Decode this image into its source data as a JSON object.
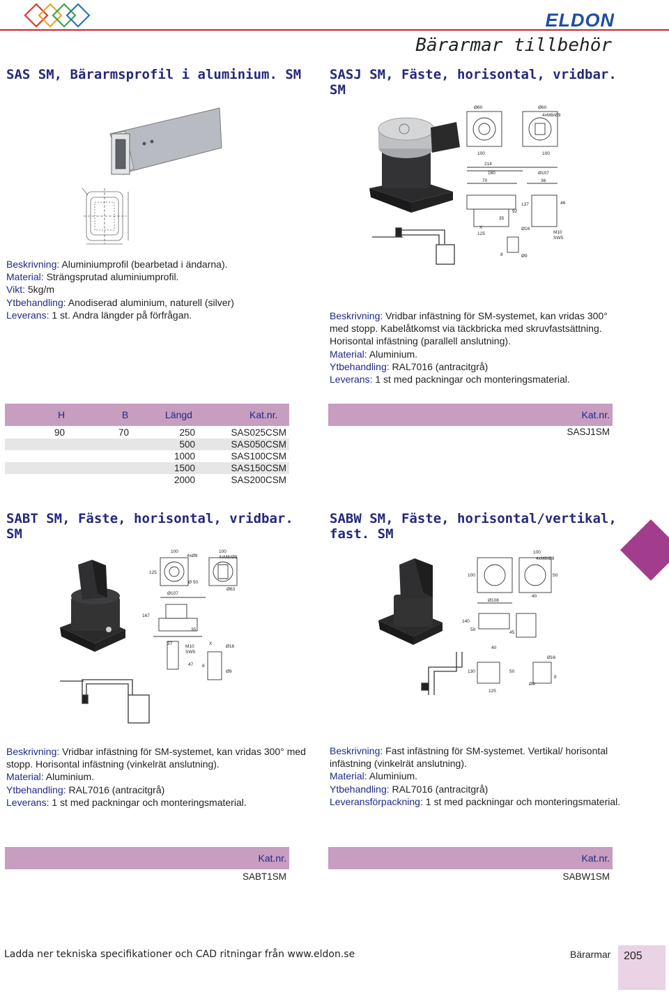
{
  "header": {
    "brand": "ELDON",
    "section_title": "Bärarmar tillbehör",
    "colors": {
      "brand": "#1f4ea1",
      "rule": "#c8232c",
      "heading": "#24287a",
      "table_header": "#c79dc0",
      "page_tab": "#e9d3e4",
      "side_marker": "#a23c8c"
    }
  },
  "products": {
    "sas": {
      "title": "SAS SM, Bärarmsprofil i aluminium. SM",
      "desc": [
        {
          "label": "Beskrivning:",
          "text": " Aluminiumprofil (bearbetad i ändarna)."
        },
        {
          "label": "Material:",
          "text": " Strängsprutad aluminiumprofil."
        },
        {
          "label": "Vikt:",
          "text": " 5kg/m"
        },
        {
          "label": "Ytbehandling:",
          "text": " Anodiserad aluminium, naturell (silver)"
        },
        {
          "label": "Leverans:",
          "text": " 1 st. Andra längder på förfrågan."
        }
      ],
      "table": {
        "headers": [
          "H",
          "B",
          "Längd",
          "Kat.nr."
        ],
        "rows": [
          [
            "90",
            "70",
            "250",
            "SAS025CSM"
          ],
          [
            "",
            "",
            "500",
            "SAS050CSM"
          ],
          [
            "",
            "",
            "1000",
            "SAS100CSM"
          ],
          [
            "",
            "",
            "1500",
            "SAS150CSM"
          ],
          [
            "",
            "",
            "2000",
            "SAS200CSM"
          ]
        ]
      }
    },
    "sasj": {
      "title": "SASJ SM, Fäste, horisontal, vridbar. SM",
      "desc": [
        {
          "label": "Beskrivning:",
          "text": " Vridbar infästning för SM-systemet, kan vridas 300° med stopp. Kabelåtkomst via täckbricka med skruvfastsättning. Horisontal infästning (parallell anslutning)."
        },
        {
          "label": "Material:",
          "text": " Aluminium."
        },
        {
          "label": "Ytbehandling:",
          "text": " RAL7016 (antracitgrå)"
        },
        {
          "label": "Leverans:",
          "text": " 1 st med packningar och monteringsmaterial."
        }
      ],
      "table": {
        "header": "Kat.nr.",
        "value": "SASJ1SM"
      }
    },
    "sabt": {
      "title": "SABT SM, Fäste, horisontal, vridbar. SM",
      "desc": [
        {
          "label": "Beskrivning:",
          "text": " Vridbar infästning för SM-systemet, kan vridas 300° med stopp. Horisontal infästning (vinkelrät anslutning)."
        },
        {
          "label": "Material:",
          "text": " Aluminium."
        },
        {
          "label": "Ytbehandling:",
          "text": " RAL7016 (antracitgrå)"
        },
        {
          "label": "Leverans:",
          "text": " 1 st med packningar och monteringsmaterial."
        }
      ],
      "table": {
        "header": "Kat.nr.",
        "value": "SABT1SM"
      }
    },
    "sabw": {
      "title": "SABW SM, Fäste, horisontal/vertikal, fast. SM",
      "desc": [
        {
          "label": "Beskrivning:",
          "text": " Fast infästning för SM-systemet. Vertikal/ horisontal infästning (vinkelrät anslutning)."
        },
        {
          "label": "Material:",
          "text": " Aluminium."
        },
        {
          "label": "Ytbehandling:",
          "text": " RAL7016 (antracitgrå)"
        },
        {
          "label": "Leveransförpackning:",
          "text": " 1 st med packningar och monteringsmaterial."
        }
      ],
      "table": {
        "header": "Kat.nr.",
        "value": "SABW1SM"
      }
    }
  },
  "drawings": {
    "sasj": [
      "Ø60",
      "Ø60",
      "4xM8/Ø9",
      "100",
      "100",
      "214",
      "160",
      "Ø107",
      "70",
      "36",
      "137",
      "92",
      "35",
      "46",
      "125",
      "Ø16",
      "M10",
      "SW5",
      "X",
      "8",
      "Ø9"
    ],
    "sabt": [
      "100",
      "100",
      "4xØ9",
      "4xM8/Ø9",
      "125",
      "Ø 50",
      "Ø63",
      "Ø107",
      "167",
      "35",
      "37",
      "M10",
      "SW5",
      "X",
      "Ø16",
      "47",
      "8",
      "Ø9"
    ],
    "sabw": [
      "100",
      "4xM8/Ø9",
      "100",
      "50",
      "40",
      "Ø108",
      "140",
      "50",
      "45",
      "40",
      "Ø16",
      "130",
      "50",
      "125",
      "Ø9",
      "8"
    ]
  },
  "footer": {
    "text": "Ladda ner tekniska specifikationer och CAD ritningar från www.eldon.se",
    "section": "Bärarmar",
    "page": "205"
  }
}
